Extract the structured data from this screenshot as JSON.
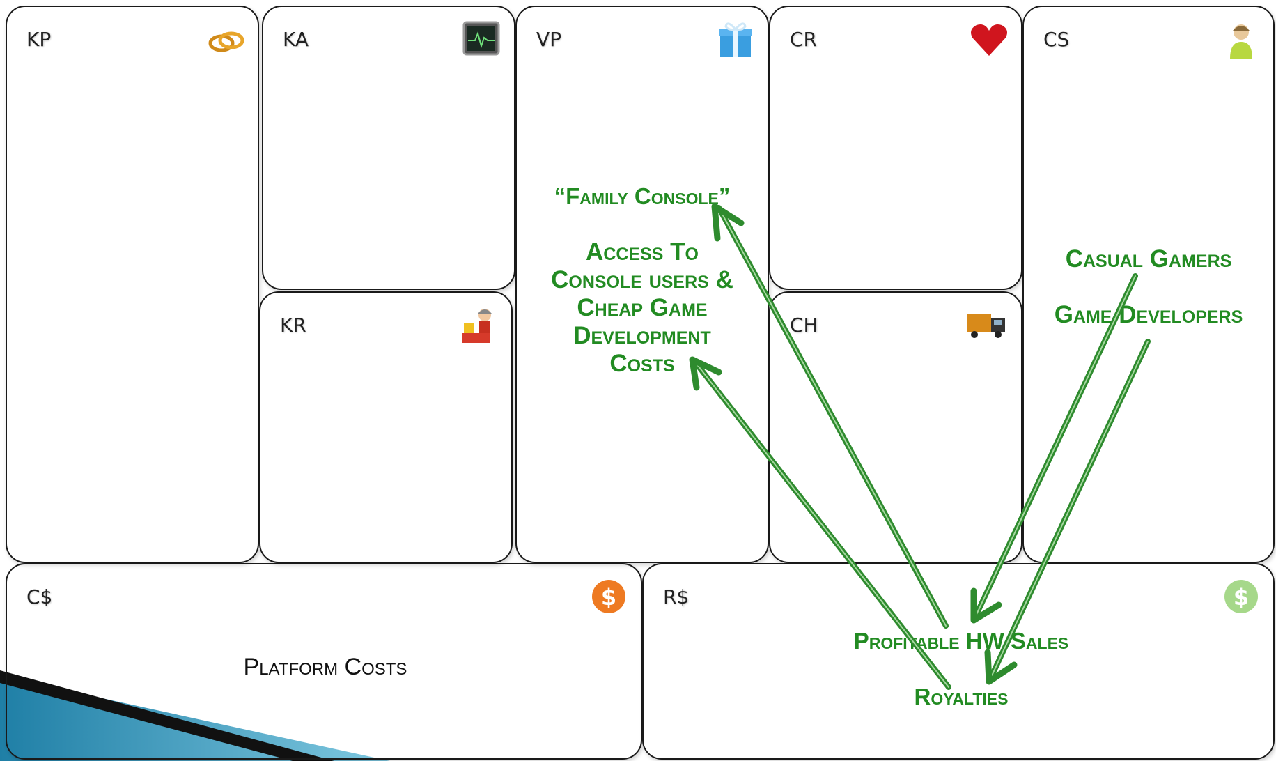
{
  "blocks": {
    "kp": {
      "code": "KP",
      "icon": "rings-icon"
    },
    "ka": {
      "code": "KA",
      "icon": "activity-monitor-icon"
    },
    "kr": {
      "code": "KR",
      "icon": "worker-bricks-icon"
    },
    "vp": {
      "code": "VP",
      "icon": "gift-icon"
    },
    "cr": {
      "code": "CR",
      "icon": "heart-icon"
    },
    "ch": {
      "code": "CH",
      "icon": "truck-icon"
    },
    "cs": {
      "code": "CS",
      "icon": "person-icon"
    },
    "cost": {
      "code": "C$",
      "icon": "orange-dollar-icon"
    },
    "rev": {
      "code": "R$",
      "icon": "green-dollar-icon"
    }
  },
  "content": {
    "vp_family_console": "“Family Console”",
    "vp_access_lines": [
      "Access To",
      "Console users &",
      "Cheap Game",
      "Development",
      "Costs"
    ],
    "cs_casual_gamers": "Casual Gamers",
    "cs_game_developers": "Game Developers",
    "rev_profitable_hw_sales": "Profitable HW Sales",
    "rev_royalties": "Royalties",
    "cost_platform_costs": "Platform Costs"
  },
  "colors": {
    "annotation_green": "#228b22",
    "arrow_green": "#2e8b2e",
    "border": "#1a1a1a",
    "decoration_blue": "#3a9fc4"
  }
}
